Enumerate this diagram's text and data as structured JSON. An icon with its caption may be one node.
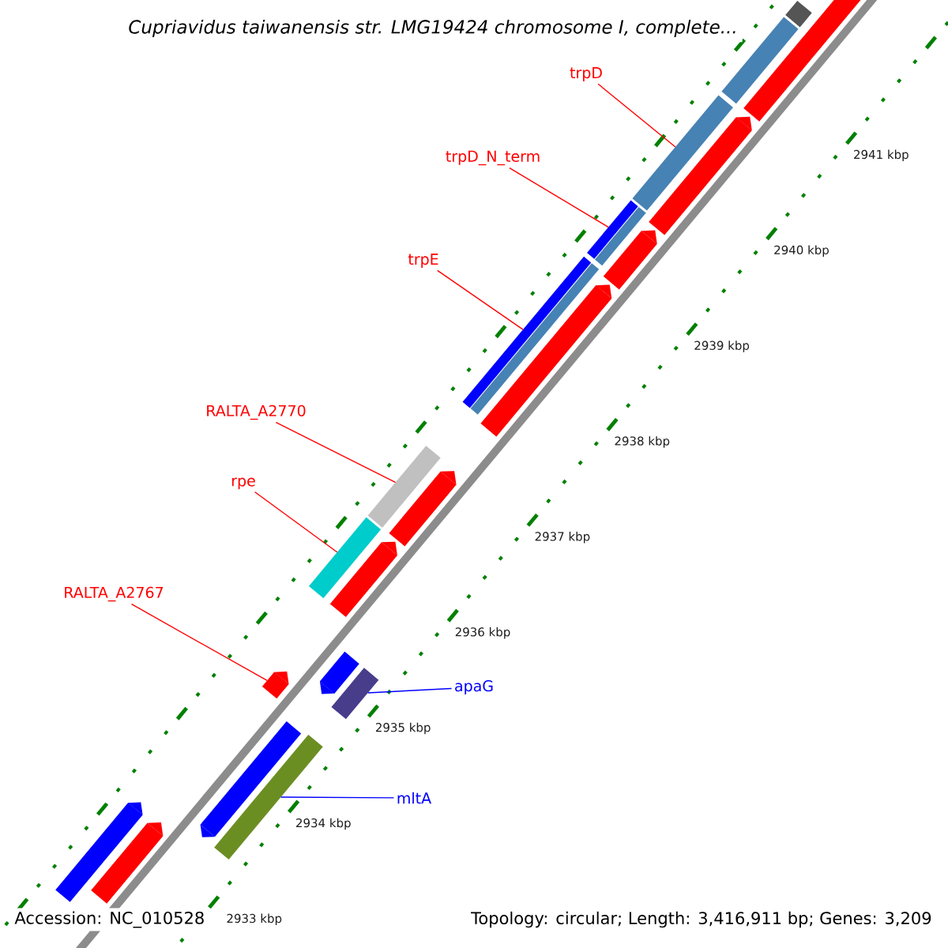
{
  "diagram": {
    "title": "Cupriavidus taiwanensis str. LMG19424 chromosome I, complete...",
    "nodes": [
      {
        "text": [
          "trpD"
        ]
      },
      {
        "text": [
          "trpD_N_term"
        ]
      },
      {
        "text": [
          "trpE"
        ]
      },
      {
        "text": [
          "RALTA_A2770"
        ]
      },
      {
        "text": [
          "rpe"
        ]
      },
      {
        "text": [
          "RALTA_A2767"
        ]
      },
      {
        "text": [
          "apaG"
        ]
      },
      {
        "text": [
          "mltA"
        ]
      },
      {
        "text": [],
        "shape": "bar"
      },
      {
        "text": [],
        "shape": "arrow"
      },
      {
        "text": [],
        "shape": "bar"
      },
      {
        "text": [],
        "shape": "arrow"
      },
      {
        "text": [],
        "shape": "bar"
      },
      {
        "text": [],
        "shape": "bar"
      },
      {
        "text": [],
        "shape": "bar"
      },
      {
        "text": [],
        "shape": "arrow"
      },
      {
        "text": [],
        "shape": "bar"
      },
      {
        "text": [],
        "shape": "bar"
      },
      {
        "text": [],
        "shape": "arrow"
      },
      {
        "text": [],
        "shape": "bar"
      },
      {
        "text": [],
        "shape": "arrow"
      },
      {
        "text": [],
        "shape": "bar"
      },
      {
        "text": [],
        "shape": "arrow"
      },
      {
        "text": [],
        "shape": "arrow"
      },
      {
        "text": [],
        "shape": "arrow"
      },
      {
        "text": [],
        "shape": "bar"
      },
      {
        "text": [],
        "shape": "arrow"
      },
      {
        "text": [],
        "shape": "bar"
      },
      {
        "text": [],
        "shape": "arrow"
      },
      {
        "text": [],
        "shape": "arrow"
      }
    ],
    "edges": [
      {
        "from": 0,
        "to": 12,
        "arrow": "none"
      },
      {
        "from": 1,
        "to": 13,
        "arrow": "none"
      },
      {
        "from": 2,
        "to": 16,
        "arrow": "none"
      },
      {
        "from": 3,
        "to": 19,
        "arrow": "none"
      },
      {
        "from": 4,
        "to": 21,
        "arrow": "none"
      },
      {
        "from": 5,
        "to": 23,
        "arrow": "none"
      },
      {
        "from": 6,
        "to": 25,
        "arrow": "none",
        "color": "#0000ff"
      },
      {
        "from": 7,
        "to": 27,
        "arrow": "none",
        "color": "#0000ff"
      }
    ],
    "labels": [
      "2941 kbp",
      "2940 kbp",
      "2939 kbp",
      "2938 kbp",
      "2937 kbp",
      "2936 kbp",
      "2935 kbp",
      "2934 kbp",
      "2933 kbp",
      "Accession: NC_010528",
      "Topology: circular; Length: 3,416,911 bp; Genes: 3,209"
    ]
  }
}
